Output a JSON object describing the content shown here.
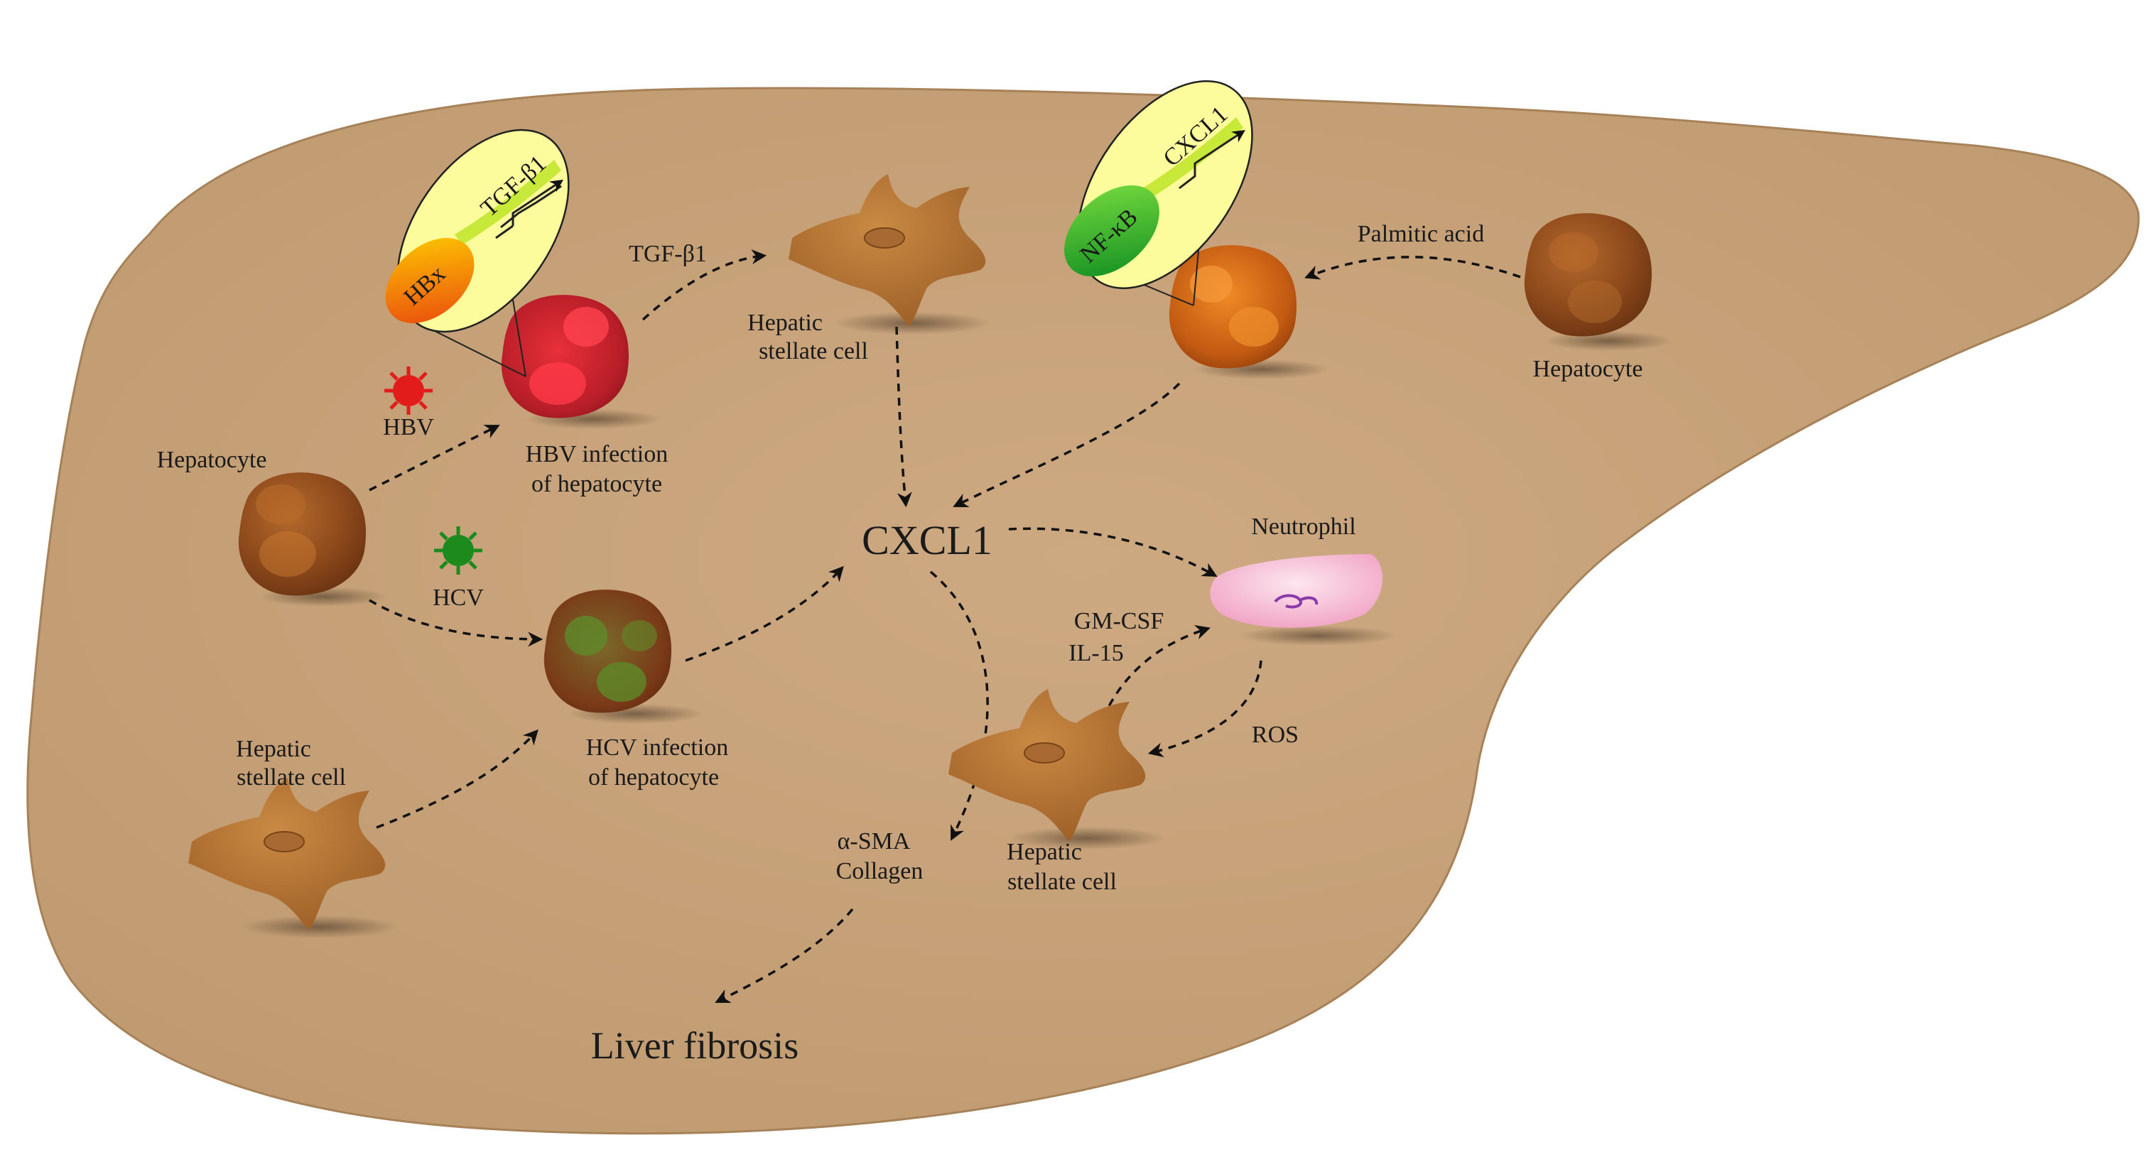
{
  "colors": {
    "liver": "#c9a57b",
    "hepatocyte": "#8f4a1c",
    "stellate": "#b06f32",
    "hbv_virus": "#e21b1b",
    "hcv_virus": "#1c8a1c",
    "neutrophil": "#f4c0d4"
  },
  "labels": {
    "hepatocyte_left": "Hepatocyte",
    "hbv": "HBV",
    "hcv": "HCV",
    "hbv_infection_l1": "HBV infection",
    "hbv_infection_l2": "of hepatocyte",
    "hcv_infection_l1": "HCV infection",
    "hcv_infection_l2": "of hepatocyte",
    "hbx": "HBx",
    "tgfb1_inset": "TGF-β1",
    "tgfb1_arrow": "TGF-β1",
    "hsc_top_l1": "Hepatic",
    "hsc_top_l2": "stellate cell",
    "nfkb": "NF-κB",
    "cxcl1_inset": "CXCL1",
    "palmitic_acid": "Palmitic acid",
    "hepatocyte_right": "Hepatocyte",
    "cxcl1_center": "CXCL1",
    "neutrophil": "Neutrophil",
    "gm_csf": "GM-CSF",
    "il15": "IL-15",
    "ros": "ROS",
    "hsc_bottom_l1": "Hepatic",
    "hsc_bottom_l2": "stellate cell",
    "hsc_left_l1": "Hepatic",
    "hsc_left_l2": "stellate cell",
    "asma": "α-SMA",
    "collagen": "Collagen",
    "liver_fibrosis": "Liver fibrosis"
  },
  "icons": [
    "hepatocyte-icon",
    "hepatic-stellate-cell-icon",
    "virus-icon",
    "neutrophil-icon",
    "gene-inset-icon"
  ]
}
